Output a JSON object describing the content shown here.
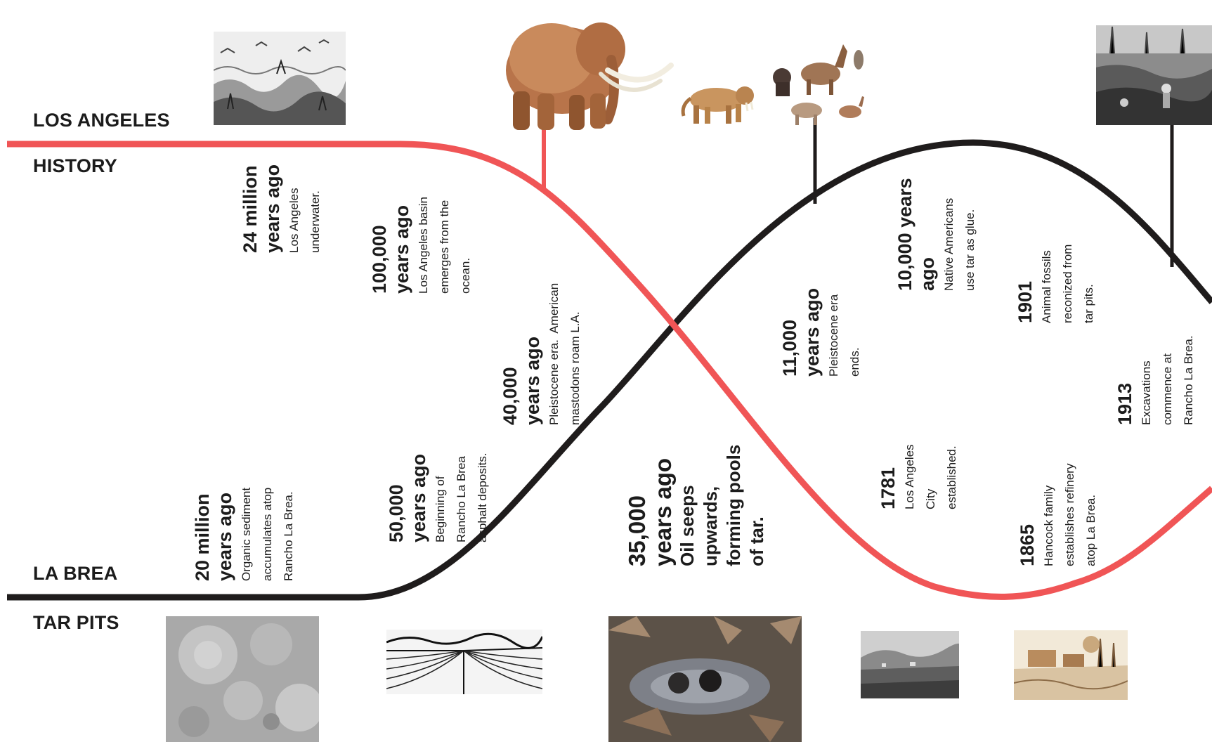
{
  "labels": {
    "los_angeles": "LOS ANGELES",
    "history": "HISTORY",
    "la_brea": "LA BREA",
    "tar_pits": "TAR PITS"
  },
  "colors": {
    "history_curve": "#f05556",
    "tar_pits_curve": "#1f1c1c",
    "text": "#1c1c1c"
  },
  "history_events": [
    {
      "title": "24 million\nyears ago",
      "desc": "Los Angeles\nunderwater."
    },
    {
      "title": "100,000\nyears ago",
      "desc": "Los Angeles basin\nemerges from the\nocean."
    },
    {
      "title": "40,000\nyears ago",
      "desc": "Pleistocene era.  American\nmastodons roam L.A."
    },
    {
      "title": "11,000\nyears ago",
      "desc": "Pleistocene era\nends."
    },
    {
      "title": "10,000 years\nago",
      "desc": "Native Americans\nuse tar as glue."
    },
    {
      "title": "1901",
      "desc": "Animal fossils\nreconized from\ntar pits."
    },
    {
      "title": "1913",
      "desc": "Excavations\ncommence at\nRancho La Brea."
    }
  ],
  "tar_events": [
    {
      "title": "20 million\nyears ago",
      "desc": "Organic sediment\naccumulates atop\nRancho La Brea."
    },
    {
      "title": "50,000\nyears ago",
      "desc": "Beginning of\nRancho La Brea\nasphalt deposits."
    },
    {
      "title": "35,000\nyears ago",
      "desc": "Oil seeps\nupwards,\nforming pools\nof tar."
    },
    {
      "title": "1781",
      "desc": "Los Angeles\nCity\nestablished."
    },
    {
      "title": "1865",
      "desc": "Hancock family\nestablishes refinery\natop La Brea."
    }
  ],
  "icons": [
    "ocean-illustration-icon",
    "mastodon-icon",
    "saber-tooth-cat-icon",
    "pleistocene-animals-icon",
    "excavation-photo-icon",
    "sediment-texture-icon",
    "asphalt-strata-icon",
    "tar-pool-photo-icon",
    "early-la-photo-icon",
    "refinery-illustration-icon"
  ]
}
